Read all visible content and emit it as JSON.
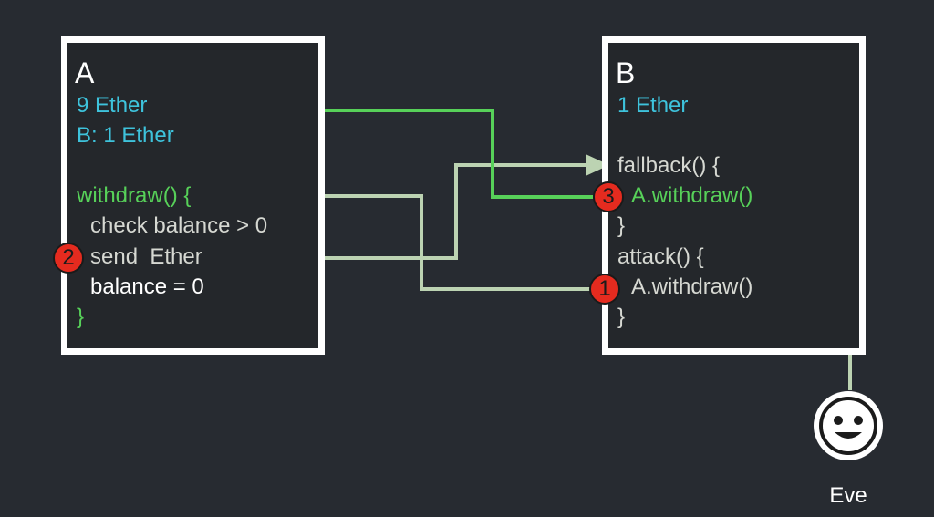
{
  "contract_a": {
    "title": "A",
    "balance_line": "9 Ether",
    "mapping_line": "B: 1 Ether",
    "code": {
      "func_open": "withdraw() {",
      "check": "check balance > 0",
      "send": "send  Ether",
      "reset": "balance = 0",
      "func_close": "}"
    }
  },
  "contract_b": {
    "title": "B",
    "balance_line": "1 Ether",
    "code": {
      "fallback_open": "fallback() {",
      "fallback_call": "A.withdraw()",
      "fallback_close": "}",
      "attack_open": "attack() {",
      "attack_call": "A.withdraw()",
      "attack_close": "}"
    }
  },
  "steps": [
    "1",
    "2",
    "3"
  ],
  "actor": {
    "name": "Eve",
    "icon": "smiley-face-icon"
  },
  "colors": {
    "background": "#272b31",
    "box_border": "#ffffff",
    "ether_text": "#3ec3dc",
    "reentrant_code": "#57d159",
    "normal_code": "#d6d8d2",
    "step_badge": "#e52b1f",
    "arrow_reentry": "#57d159",
    "arrow_normal": "#bcd3b2"
  }
}
